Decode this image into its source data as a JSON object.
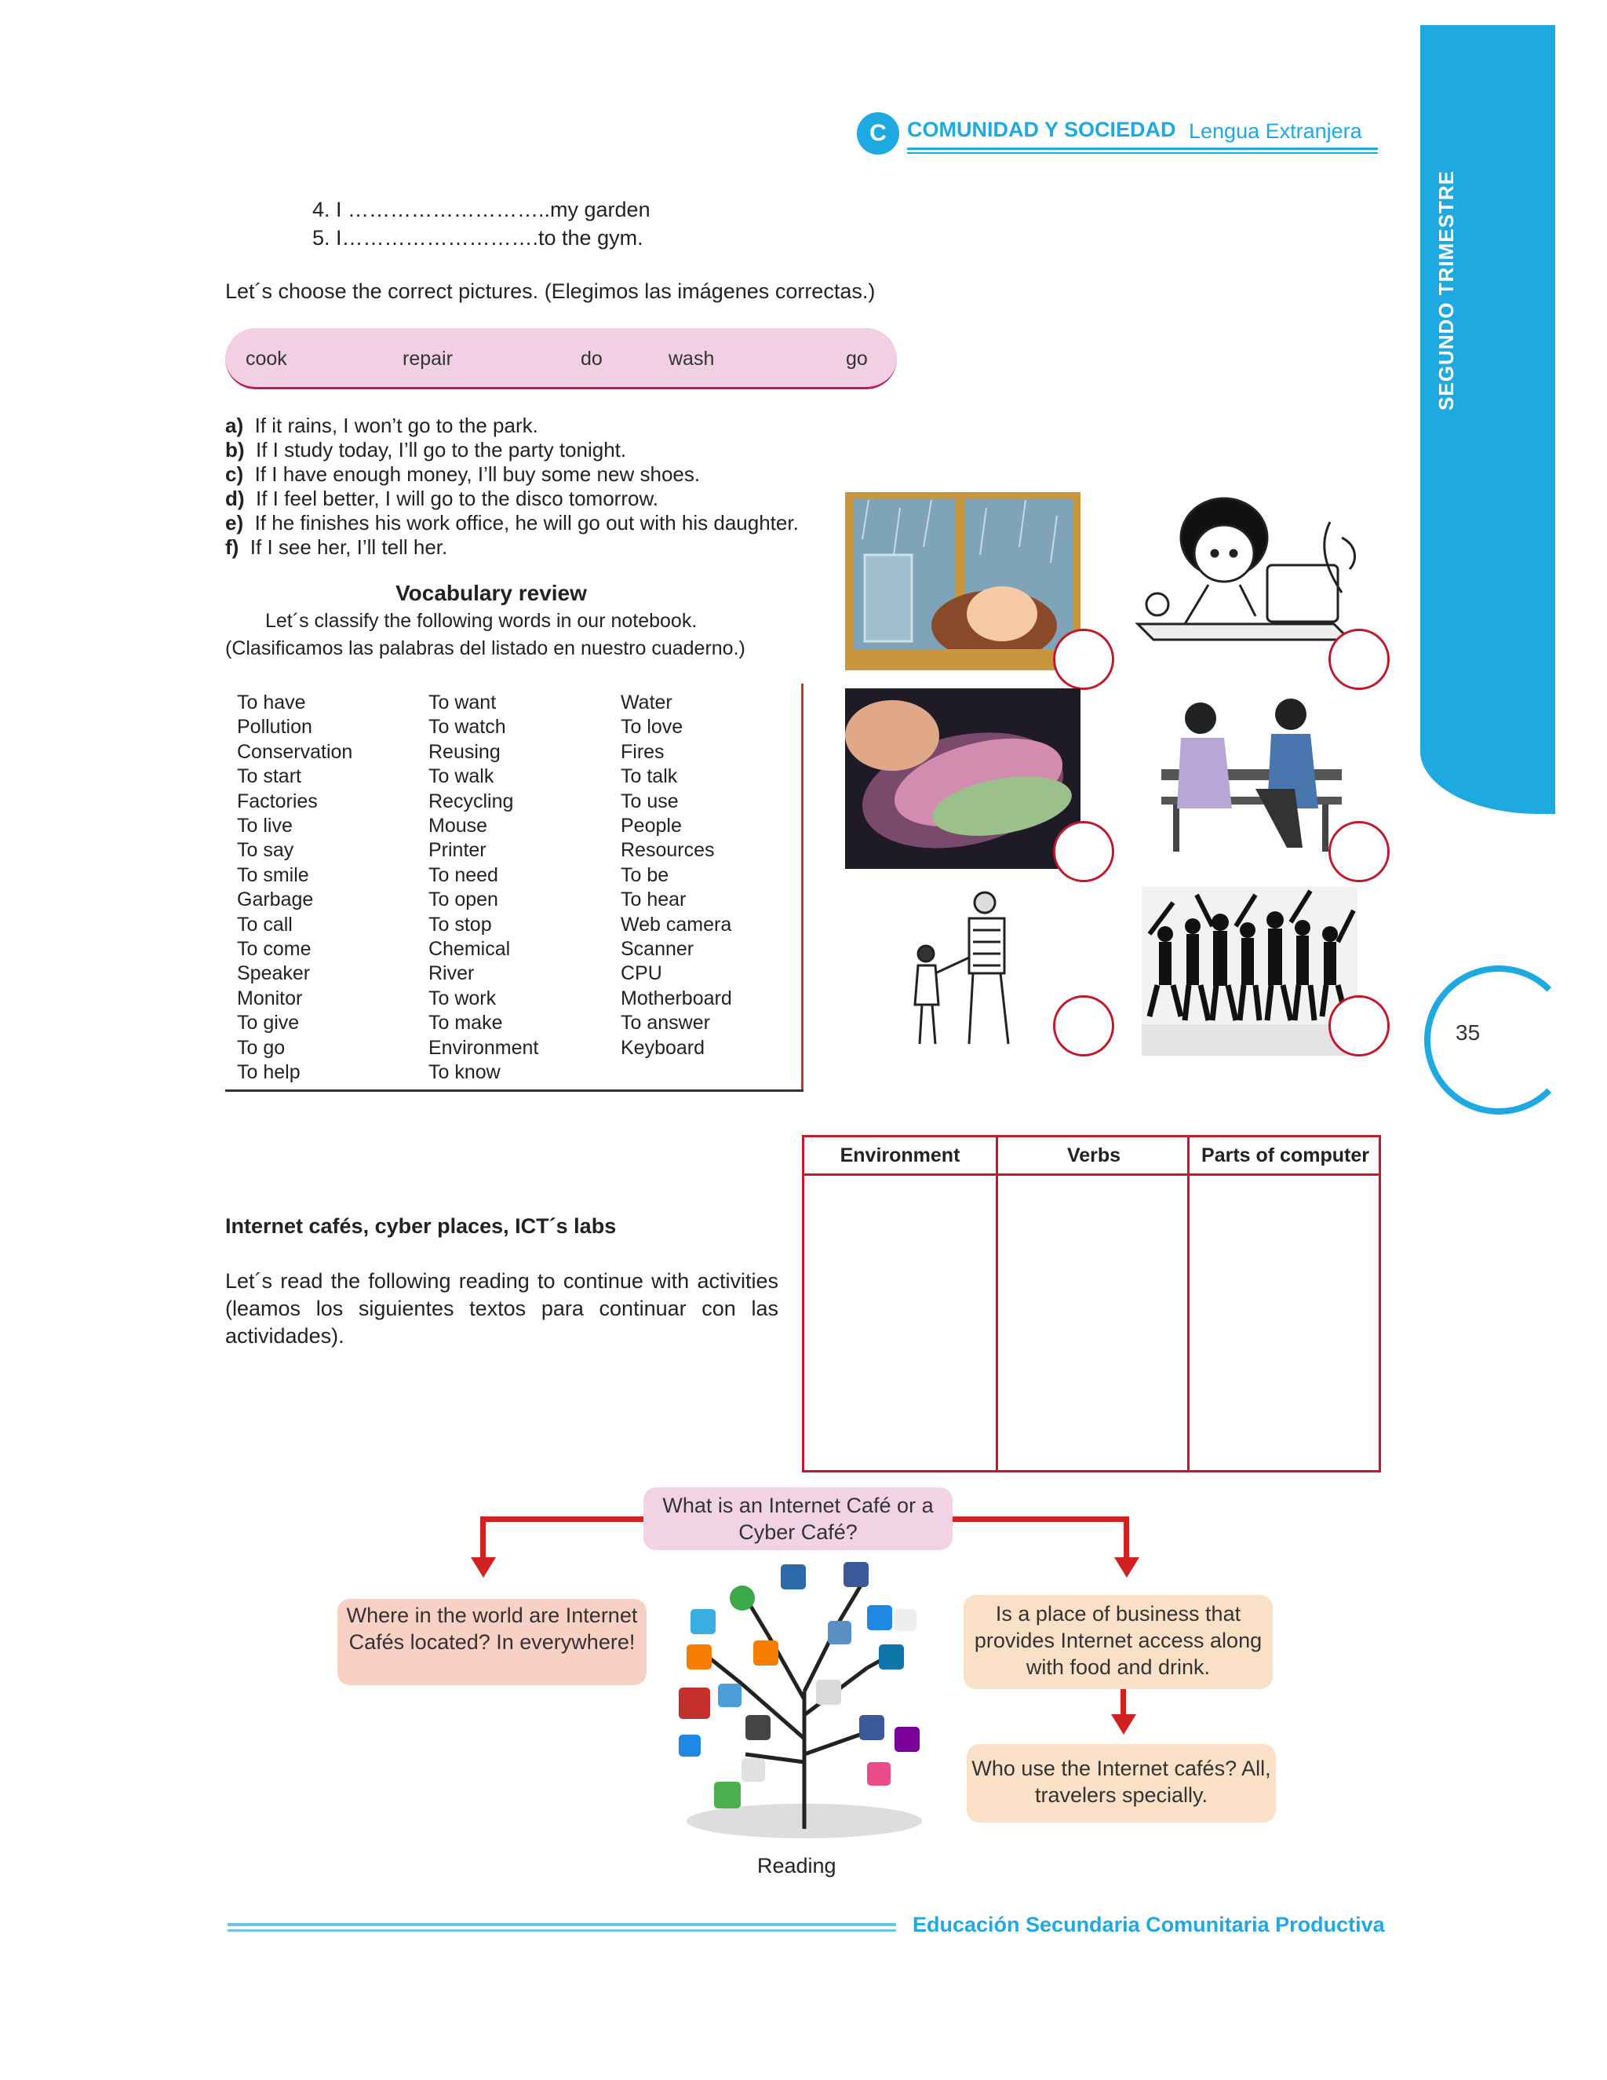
{
  "header": {
    "title": "COMUNIDAD Y SOCIEDAD",
    "subtitle": "Lengua Extranjera"
  },
  "side_tab": "SEGUNDO TRIMESTRE",
  "page_number": "35",
  "fill_lines": [
    "4. I ………………………..my garden",
    "5. I……………………….to the gym."
  ],
  "choose_instruction": "Let´s choose the correct pictures. (Elegimos las imágenes correctas.)",
  "word_bank": [
    "cook",
    "repair",
    "do",
    "wash",
    "go"
  ],
  "sentences": [
    {
      "letter": "a)",
      "text": "If it rains, I won’t go to the park."
    },
    {
      "letter": "b)",
      "text": "If I study today, I’ll go to the party tonight."
    },
    {
      "letter": "c)",
      "text": "If I have enough money, I’ll buy some new shoes."
    },
    {
      "letter": "d)",
      "text": "If I feel better, I will go to the disco tomorrow."
    },
    {
      "letter": "e)",
      "text": "If he finishes his work office, he will go out with his daughter."
    },
    {
      "letter": "f)",
      "text": "If I see her, I’ll tell her."
    }
  ],
  "vocab": {
    "title": "Vocabulary review",
    "line1": "Let´s classify the following words in our notebook.",
    "line2": "(Clasificamos las palabras del listado en nuestro cuaderno.)",
    "col1": "To have\nPollution\nConservation\nTo start\nFactories\nTo live\nTo say\nTo smile\nGarbage\nTo call\nTo come\nSpeaker\nMonitor\nTo give\nTo go\nTo help",
    "col2": "To want\nTo watch\nReusing\nTo walk\nRecycling\nMouse\nPrinter\nTo need\nTo open\nTo stop\nChemical\nRiver\nTo work\nTo make\nEnvironment\nTo know",
    "col3": "Water\nTo love\nFires\nTo talk\nTo use\nPeople\nResources\nTo be\nTo hear\nWeb camera\nScanner\nCPU\nMotherboard\nTo answer\nKeyboard"
  },
  "classify_table": {
    "headers": [
      "Environment",
      "Verbs",
      "Parts of computer"
    ]
  },
  "internet": {
    "heading": "Internet cafés, cyber places, ICT´s labs",
    "paragraph": "Let´s read the following reading to continue with activities (leamos los siguientes textos para continuar con las actividades)."
  },
  "diagram": {
    "center_question": "What is an Internet Café or a Cyber Café?",
    "left_box": "Where in the world are Internet Cafés located? In everywhere!",
    "right_box": "Is a place of business that provides Internet access along with food and drink.",
    "bottom_right_box": "Who use the Internet cafés? All, travelers specially.",
    "caption": "Reading"
  },
  "footer": "Educación Secundaria Comunitaria Productiva",
  "colors": {
    "accent_blue": "#1ea9e1",
    "accent_red": "#c0192c",
    "wordbank_pink": "#f0d0e2",
    "box_pink": "#f2d3e3",
    "box_salmon": "#f8d0c4",
    "box_peach": "#fbe0c8"
  }
}
